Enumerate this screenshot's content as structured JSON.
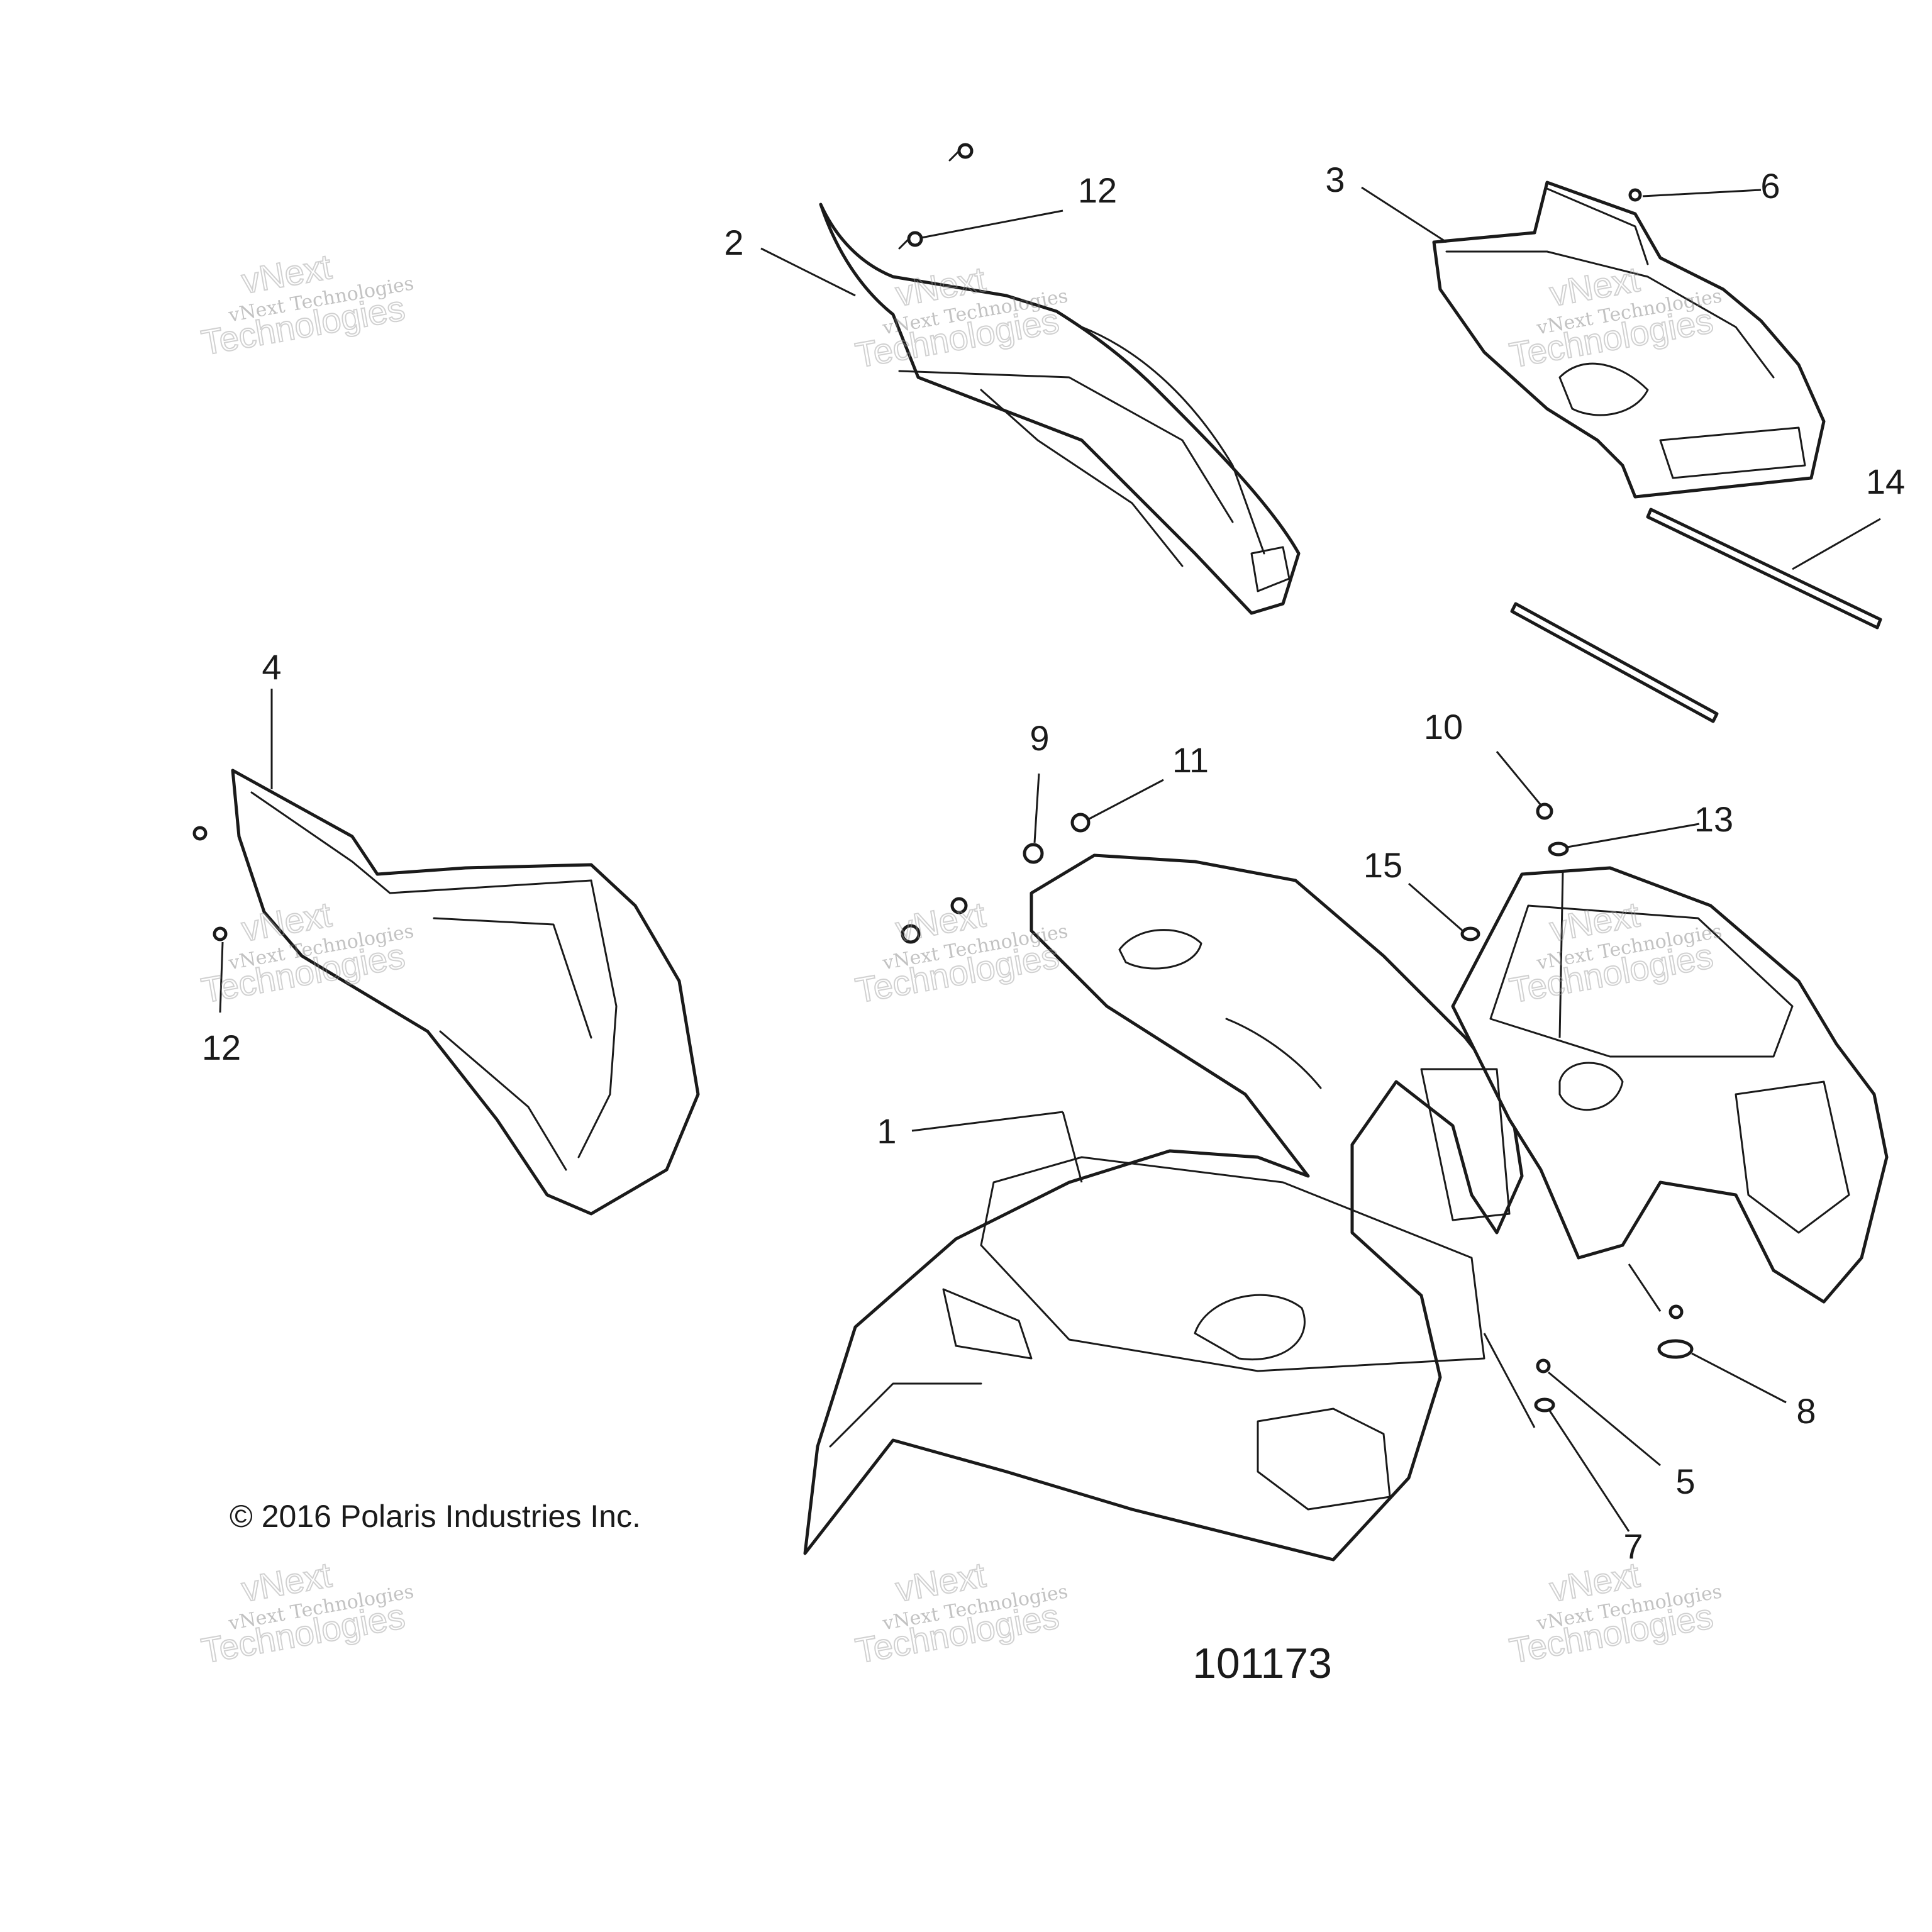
{
  "callouts": {
    "c1": "1",
    "c2": "2",
    "c3": "3",
    "c4": "4",
    "c5": "5",
    "c6": "6",
    "c7": "7",
    "c8": "8",
    "c9": "9",
    "c10": "10",
    "c11": "11",
    "c12a": "12",
    "c12b": "12",
    "c13": "13",
    "c14": "14",
    "c15": "15"
  },
  "copyright": "© 2016 Polaris Industries Inc.",
  "figure_id": "101173",
  "watermark": {
    "line_small": "vNext Technologies",
    "line_big_1": "vNext",
    "line_big_2": "Technologies"
  }
}
